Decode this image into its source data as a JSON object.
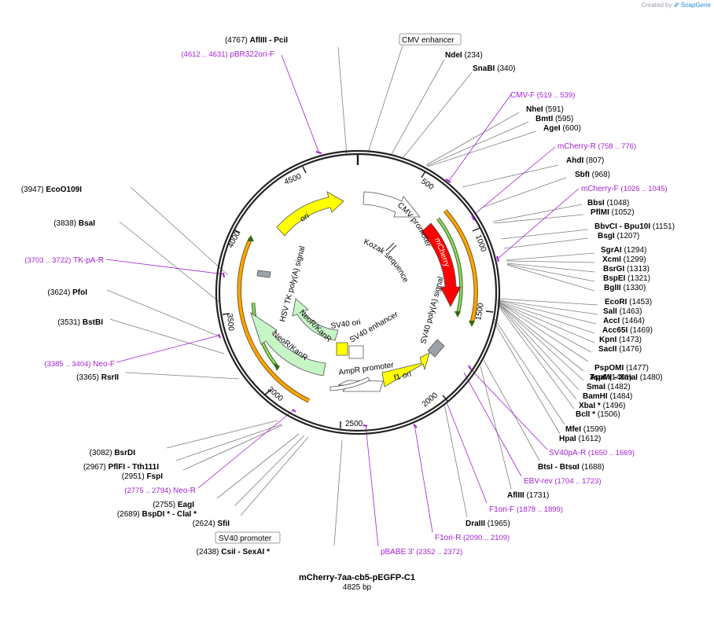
{
  "credit": {
    "prefix": "Created by",
    "brand": "SnapGene"
  },
  "title": "mCherry-7aa-cb5-pEGFP-C1",
  "length": "4825 bp",
  "ruler": [
    "500",
    "1000",
    "1500",
    "2000",
    "2500",
    "3000",
    "3500",
    "4000",
    "4500"
  ],
  "boxed_labels": [
    {
      "text": "CMV enhancer"
    },
    {
      "text": "SV40 promoter"
    }
  ],
  "sites": [
    {
      "name": "AflIII",
      "suffix": " - PciI",
      "pos": "(4767)",
      "left": true
    },
    {
      "name": "NdeI",
      "pos": "(234)"
    },
    {
      "name": "SnaBI",
      "pos": "(340)"
    },
    {
      "name": "NheI",
      "pos": "(591)"
    },
    {
      "name": "BmtI",
      "pos": "(595)"
    },
    {
      "name": "AgeI",
      "pos": "(600)"
    },
    {
      "name": "AhdI",
      "pos": "(807)"
    },
    {
      "name": "SbfI",
      "pos": "(968)"
    },
    {
      "name": "BbsI",
      "pos": "(1048)"
    },
    {
      "name": "PflMI",
      "pos": "(1052)"
    },
    {
      "name": "BbvCI",
      "suffix": " - Bpu10I",
      "pos": "(1151)"
    },
    {
      "name": "BsgI",
      "pos": "(1207)"
    },
    {
      "name": "SgrAI",
      "pos": "(1294)"
    },
    {
      "name": "XcmI",
      "pos": "(1299)"
    },
    {
      "name": "BsrGI",
      "pos": "(1313)"
    },
    {
      "name": "BspEI",
      "pos": "(1321)"
    },
    {
      "name": "BglII",
      "pos": "(1330)"
    },
    {
      "name": "EcoRI",
      "pos": "(1453)"
    },
    {
      "name": "SalI",
      "pos": "(1463)"
    },
    {
      "name": "AccI",
      "pos": "(1464)"
    },
    {
      "name": "Acc65I",
      "pos": "(1469)"
    },
    {
      "name": "KpnI",
      "pos": "(1473)"
    },
    {
      "name": "SacII",
      "pos": "(1476)"
    },
    {
      "name": "PspOMI",
      "pos": "(1477)"
    },
    {
      "name": "TspMI",
      "suffix": " - XmaI",
      "pos": "(1480)"
    },
    {
      "name": "ApaI",
      "pos": "(1481)"
    },
    {
      "name": "SmaI",
      "pos": "(1482)"
    },
    {
      "name": "BamHI",
      "pos": "(1484)"
    },
    {
      "name": "XbaI *",
      "pos": "(1496)"
    },
    {
      "name": "BclI *",
      "pos": "(1506)"
    },
    {
      "name": "MfeI",
      "pos": "(1599)"
    },
    {
      "name": "HpaI",
      "pos": "(1612)"
    },
    {
      "name": "BtsI",
      "suffix": " - BtsαI",
      "pos": "(1688)"
    },
    {
      "name": "AflIII",
      "pos": "(1731)"
    },
    {
      "name": "DraIII",
      "pos": "(1965)"
    },
    {
      "name": "CsiI",
      "suffix": " - SexAI *",
      "pos": "(2438)",
      "left": true
    },
    {
      "name": "SfiI",
      "pos": "(2624)",
      "left": true
    },
    {
      "name": "BspDI *",
      "suffix": " - ClaI *",
      "pos": "(2689)",
      "left": true
    },
    {
      "name": "EagI",
      "pos": "(2755)",
      "left": true
    },
    {
      "name": "FspI",
      "pos": "(2951)",
      "left": true
    },
    {
      "name": "PflFI",
      "suffix": " - Tth111I",
      "pos": "(2967)",
      "left": true
    },
    {
      "name": "BsrDI",
      "pos": "(3082)",
      "left": true
    },
    {
      "name": "RsrII",
      "pos": "(3365)",
      "left": true
    },
    {
      "name": "BstBI",
      "pos": "(3531)",
      "left": true
    },
    {
      "name": "PfoI",
      "pos": "(3624)",
      "left": true
    },
    {
      "name": "BsaI",
      "pos": "(3838)",
      "left": true
    },
    {
      "name": "EcoO109I",
      "pos": "(3947)",
      "left": true
    }
  ],
  "primers": [
    {
      "name": "pBR322ori-F",
      "range": "(4612 .. 4631)",
      "left": true
    },
    {
      "name": "CMV-F",
      "range": "(519 .. 539)"
    },
    {
      "name": "mCherry-R",
      "range": "(758 .. 776)"
    },
    {
      "name": "mCherry-F",
      "range": "(1026 .. 1045)"
    },
    {
      "name": "SV40pA-R",
      "range": "(1650 .. 1669)"
    },
    {
      "name": "EBV-rev",
      "range": "(1704 .. 1723)"
    },
    {
      "name": "F1ori-F",
      "range": "(1878 .. 1899)"
    },
    {
      "name": "F1ori-R",
      "range": "(2090 .. 2109)"
    },
    {
      "name": "pBABE 3'",
      "range": "(2352 .. 2372)"
    },
    {
      "name": "Neo-R",
      "range": "(2775 .. 2794)",
      "left": true
    },
    {
      "name": "Neo-F",
      "range": "(3385 .. 3404)",
      "left": true
    },
    {
      "name": "TK-pA-R",
      "range": "(3703 .. 3722)",
      "left": true
    }
  ],
  "features": {
    "cmv_promoter": "CMV promoter",
    "kozak": "Kozak sequence",
    "mcherry": "mCherry",
    "sv40_polya": "SV40 poly(A) signal",
    "f1_ori": "f1 ori",
    "ampr_promoter": "AmpR promoter",
    "sv40_ori": "SV40 ori",
    "sv40_enhancer": "SV40 enhancer",
    "neor_inner": "NeoR/KanR",
    "neor_outer": "NeoR/KanR",
    "hsv_tk": "HSV TK poly(A) signal",
    "ori": "ori"
  },
  "colors": {
    "mcherry": "#ff0000",
    "ori": "#ffff00",
    "f1_ori": "#ffff00",
    "sv40_ori": "#ffff00",
    "neor": "#c6f5c6",
    "promoter": "#ffffff",
    "polya": "#9aa3aa",
    "orf_orange": "#ffa500",
    "orf_green": "#4caf2a",
    "primer": "#a41fd6",
    "backbone": "#222222"
  }
}
